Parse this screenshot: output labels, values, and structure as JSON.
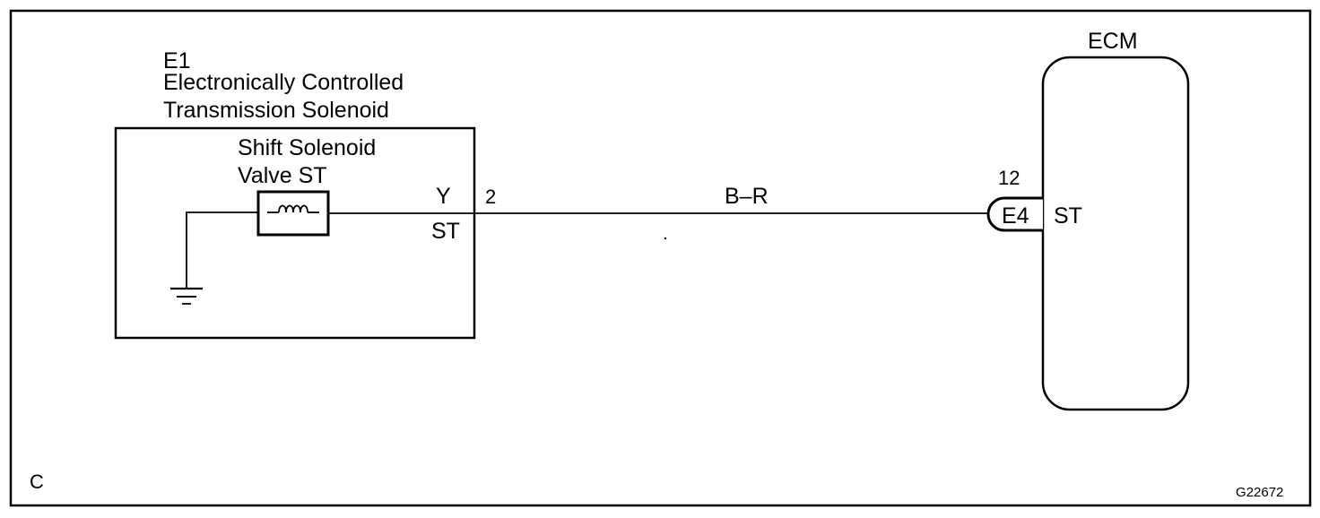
{
  "frame": {
    "corner_label": "C",
    "figure_id": "G22672"
  },
  "component": {
    "code": "E1",
    "name_line1": "Electronically Controlled",
    "name_line2": "Transmission Solenoid",
    "solenoid_line1": "Shift Solenoid",
    "solenoid_line2": "Valve ST",
    "pin_color": "Y",
    "pin_number": "2",
    "terminal": "ST"
  },
  "wire": {
    "color_code": "B–R"
  },
  "ecm": {
    "title": "ECM",
    "connector_pin": "12",
    "connector_code": "E4",
    "terminal": "ST"
  },
  "colors": {
    "line": "#000000",
    "background": "#ffffff"
  }
}
